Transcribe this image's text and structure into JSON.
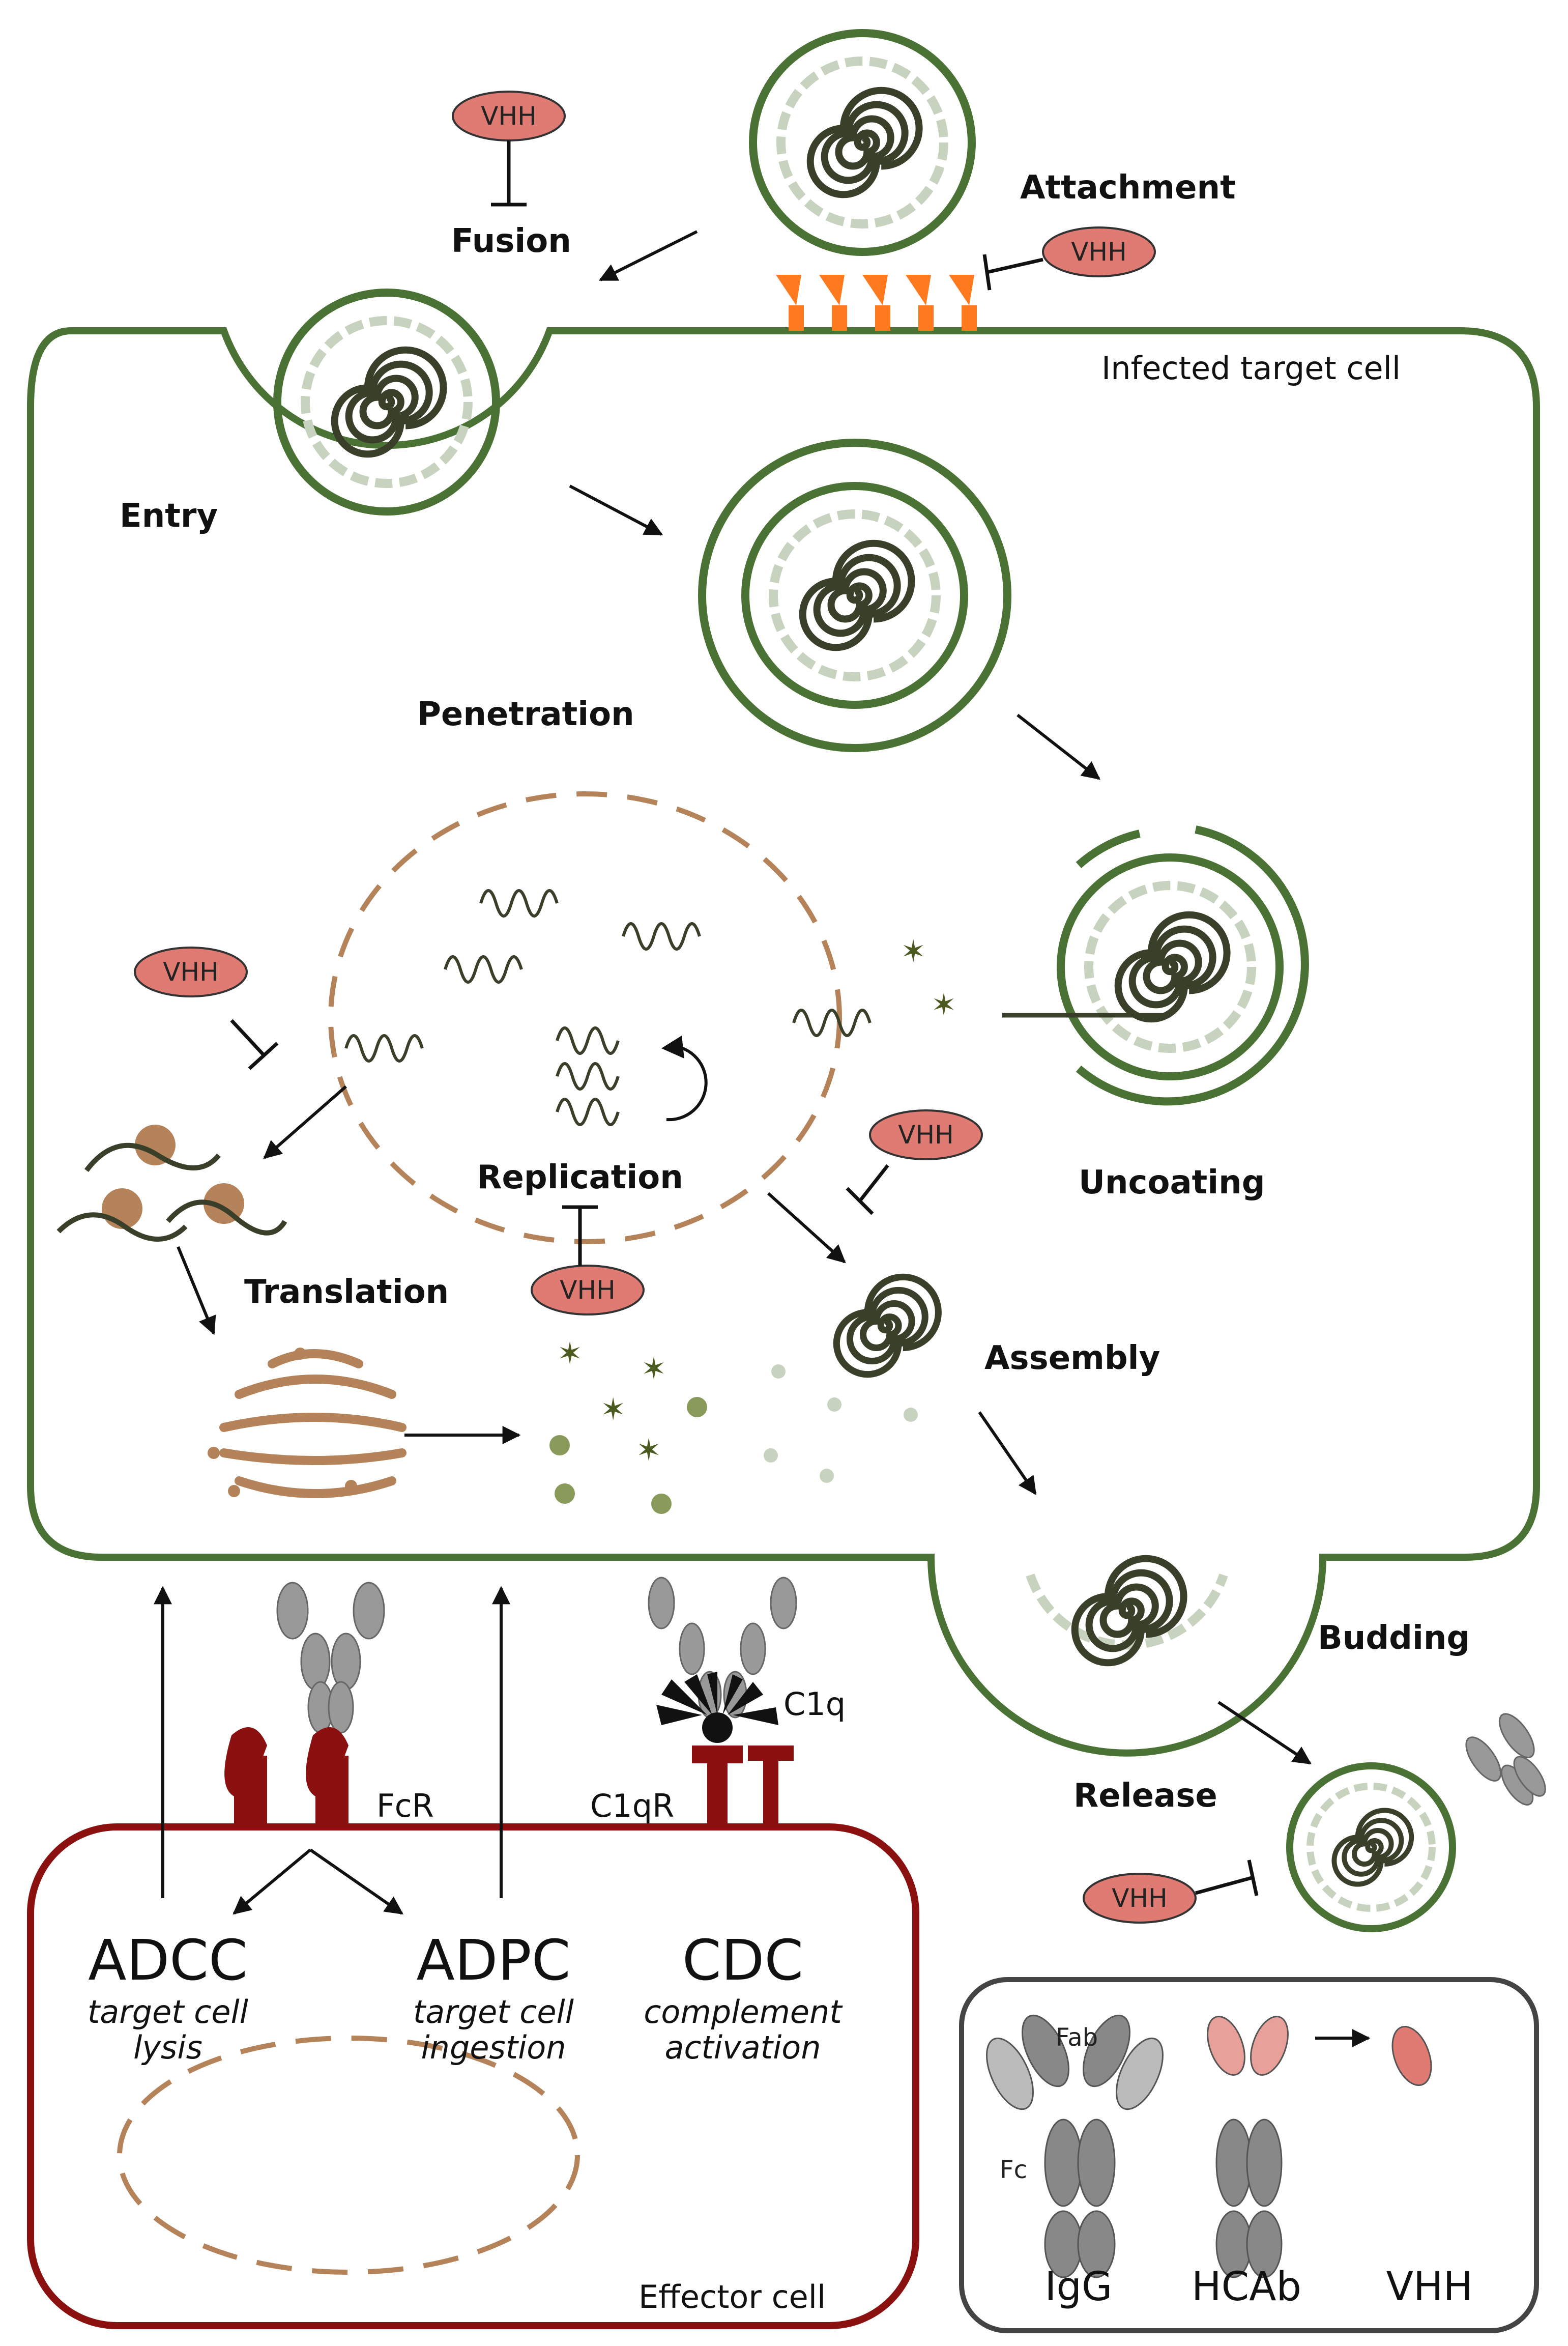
{
  "steps": {
    "attachment": "Attachment",
    "fusion": "Fusion",
    "entry": "Entry",
    "penetration": "Penetration",
    "uncoating": "Uncoating",
    "replication": "Replication",
    "translation": "Translation",
    "assembly": "Assembly",
    "budding": "Budding",
    "release": "Release"
  },
  "cells": {
    "infected": "Infected target cell",
    "effector": "Effector cell"
  },
  "receptors": {
    "fcr": "FcR",
    "c1qr": "C1qR",
    "c1q": "C1q"
  },
  "effector_functions": [
    {
      "name": "ADCC",
      "line1": "target cell",
      "line2": "lysis"
    },
    {
      "name": "ADPC",
      "line1": "target cell",
      "line2": "ingestion"
    },
    {
      "name": "CDC",
      "line1": "complement",
      "line2": "activation"
    }
  ],
  "vhh_label": "VHH",
  "legend": {
    "fab": "Fab",
    "fc": "Fc",
    "igg": "IgG",
    "hcab": "HCAb",
    "vhh": "VHH"
  },
  "colors": {
    "cell_membrane": "#4a7235",
    "effector_membrane": "#8b1010",
    "vhh_fill": "#e07b74",
    "spike_light": "#8a9a5b",
    "spike_dark": "#4b5a1e",
    "receptor_orange": "#ff7a1f",
    "nucleus_brown": "#b5835a"
  }
}
